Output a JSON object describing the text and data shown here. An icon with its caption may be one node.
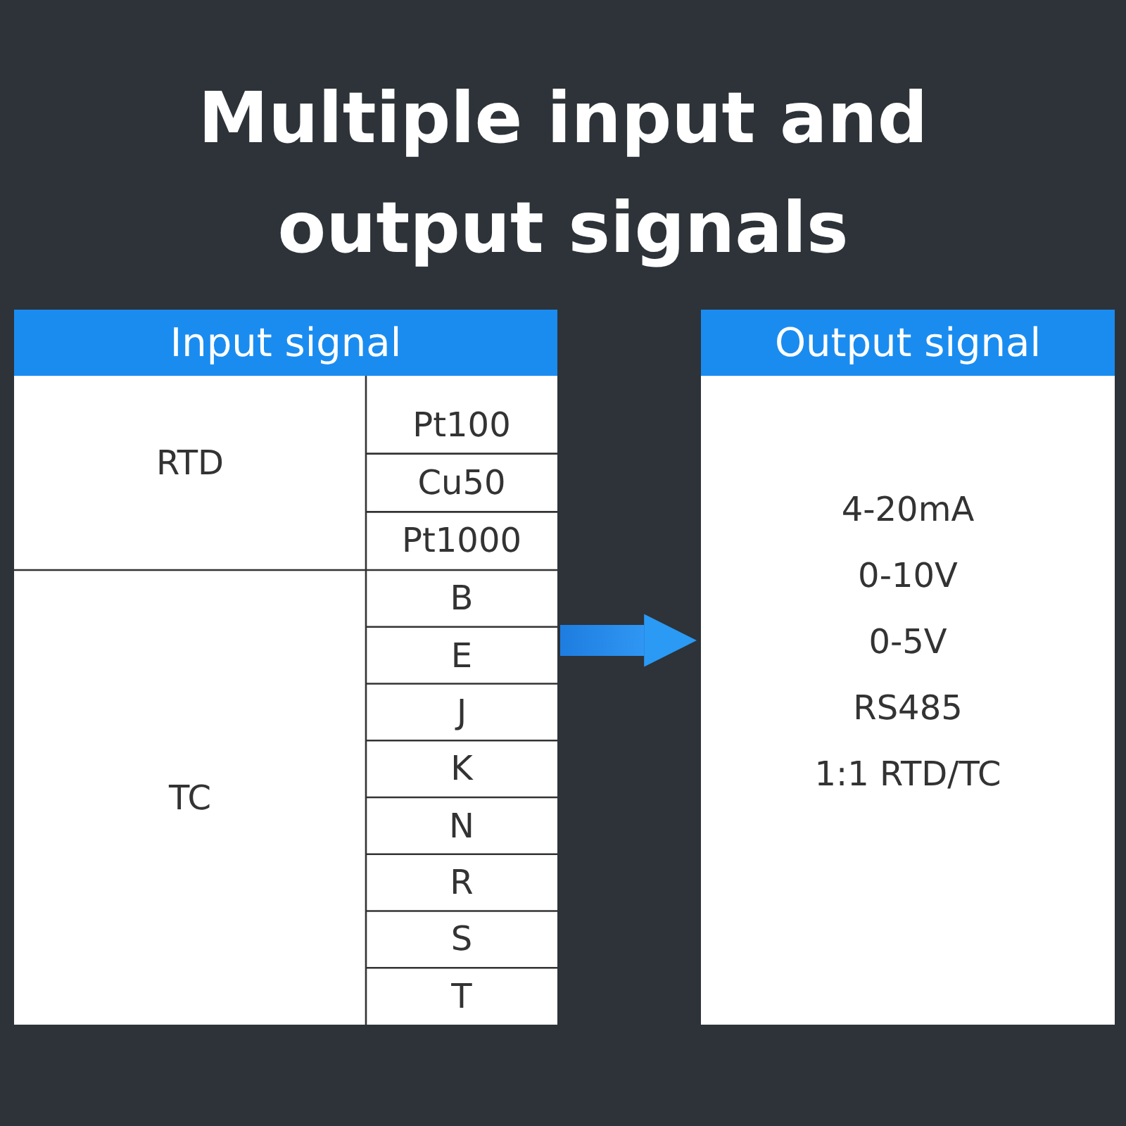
{
  "diagram": {
    "title": "Multiple input and output signals",
    "nodes": [
      {
        "text": [
          "Input signal"
        ]
      },
      {
        "text": [
          "Output signal",
          "4-20mA",
          "0-10V",
          "0-5V",
          "RS485",
          "1:1 RTD/TC"
        ]
      }
    ],
    "edges": [
      {
        "from": 0,
        "to": 1,
        "arrow": "to"
      }
    ],
    "labels": [
      "RTD",
      "Pt100",
      "Cu50",
      "Pt1000",
      "TC",
      "B",
      "E",
      "J",
      "K",
      "N",
      "R",
      "S",
      "T"
    ]
  }
}
